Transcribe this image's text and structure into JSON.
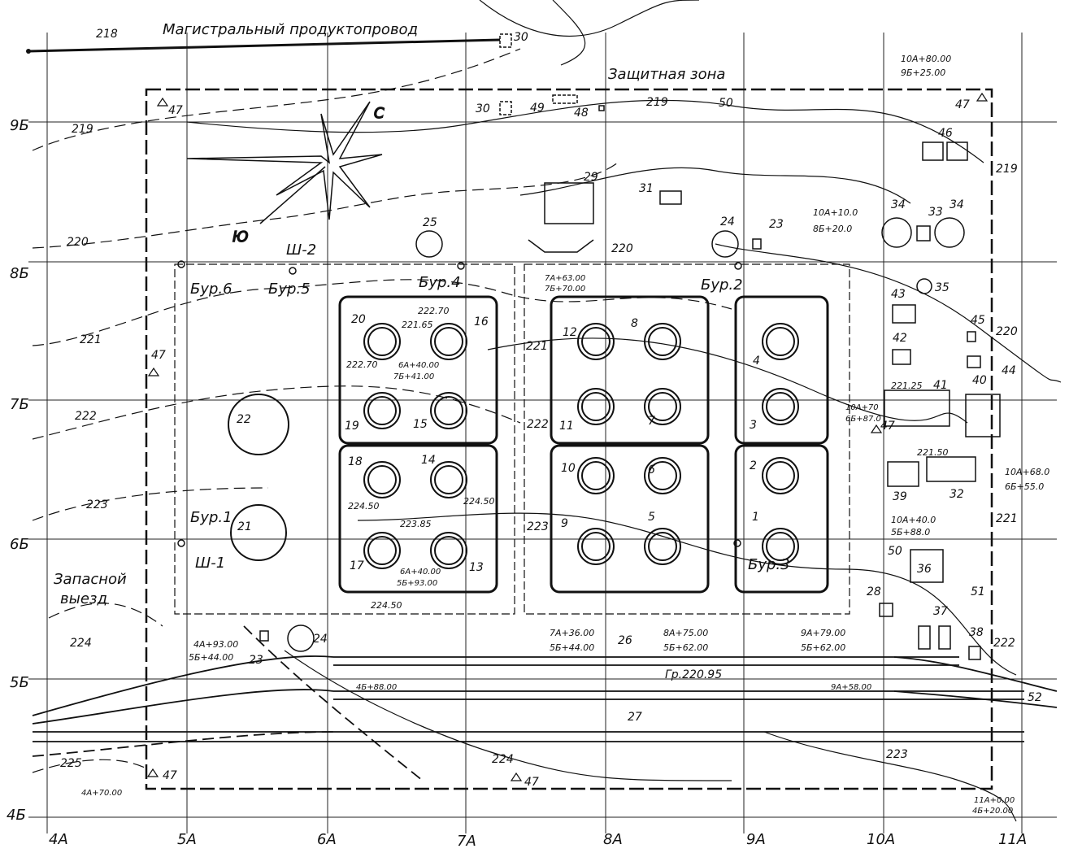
{
  "title": "Магистральный продуктопровод",
  "protective_zone": "Защитная зона",
  "reserve_exit_line1": "Запасной",
  "reserve_exit_line2": "выезд",
  "compass": {
    "north": "С",
    "south": "Ю"
  },
  "grid": {
    "cols": [
      "4А",
      "5А",
      "6А",
      "7А",
      "8А",
      "9А",
      "10А",
      "11А"
    ],
    "rows": [
      "9Б",
      "8Б",
      "7Б",
      "6Б",
      "5Б",
      "4Б"
    ]
  },
  "contours": [
    "218",
    "219",
    "219",
    "219",
    "220",
    "220",
    "220",
    "221",
    "221",
    "221",
    "222",
    "222",
    "222",
    "223",
    "223",
    "223",
    "224",
    "224",
    "225"
  ],
  "tanks": [
    "1",
    "2",
    "3",
    "4",
    "5",
    "6",
    "7",
    "8",
    "9",
    "10",
    "11",
    "12",
    "13",
    "14",
    "15",
    "16",
    "17",
    "18",
    "19",
    "20",
    "21",
    "22"
  ],
  "facilities": [
    "23",
    "23",
    "24",
    "24",
    "25",
    "26",
    "27",
    "28",
    "29",
    "30",
    "30",
    "31",
    "32",
    "33",
    "34",
    "34",
    "35",
    "36",
    "37",
    "38",
    "39",
    "40",
    "41",
    "42",
    "43",
    "44",
    "45",
    "46",
    "48",
    "49",
    "50",
    "50",
    "51",
    "52"
  ],
  "benchmarks": [
    "47",
    "47",
    "47",
    "47",
    "47",
    "47"
  ],
  "wells": [
    "Бур.1",
    "Бур.2",
    "Бур.3",
    "Бур.4",
    "Бур.5",
    "Бур.6"
  ],
  "pits": [
    "Ш-1",
    "Ш-2"
  ],
  "elevations": [
    "222.70",
    "221.65",
    "222.70",
    "224.50",
    "224.50",
    "223.85",
    "224.50",
    "221.25",
    "221.50"
  ],
  "ground_level": "Гр.220.95",
  "coordinates": {
    "c1": [
      "10А+80.00",
      "9Б+25.00"
    ],
    "c2": [
      "10А+10.0",
      "8Б+20.0"
    ],
    "c3": [
      "7А+63.00",
      "7Б+70.00"
    ],
    "c4": [
      "6А+40.00",
      "7Б+41.00"
    ],
    "c5": [
      "6А+40.00",
      "5Б+93.00"
    ],
    "c6": [
      "10А+70",
      "6Б+87.0"
    ],
    "c7": [
      "10А+68.0",
      "6Б+55.0"
    ],
    "c8": [
      "10А+40.0",
      "5Б+88.0"
    ],
    "c9": [
      "4А+93.00",
      "5Б+44.00"
    ],
    "c10": [
      "7А+36.00",
      "5Б+44.00"
    ],
    "c11": [
      "8А+75.00",
      "5Б+62.00"
    ],
    "c12": [
      "9А+79.00",
      "5Б+62.00"
    ],
    "c13": [
      "11А+0.00",
      "4Б+20.00"
    ],
    "single_4A": "4А+70.00",
    "single_4B": "4Б+88.00",
    "single_9A": "9А+58.00"
  }
}
